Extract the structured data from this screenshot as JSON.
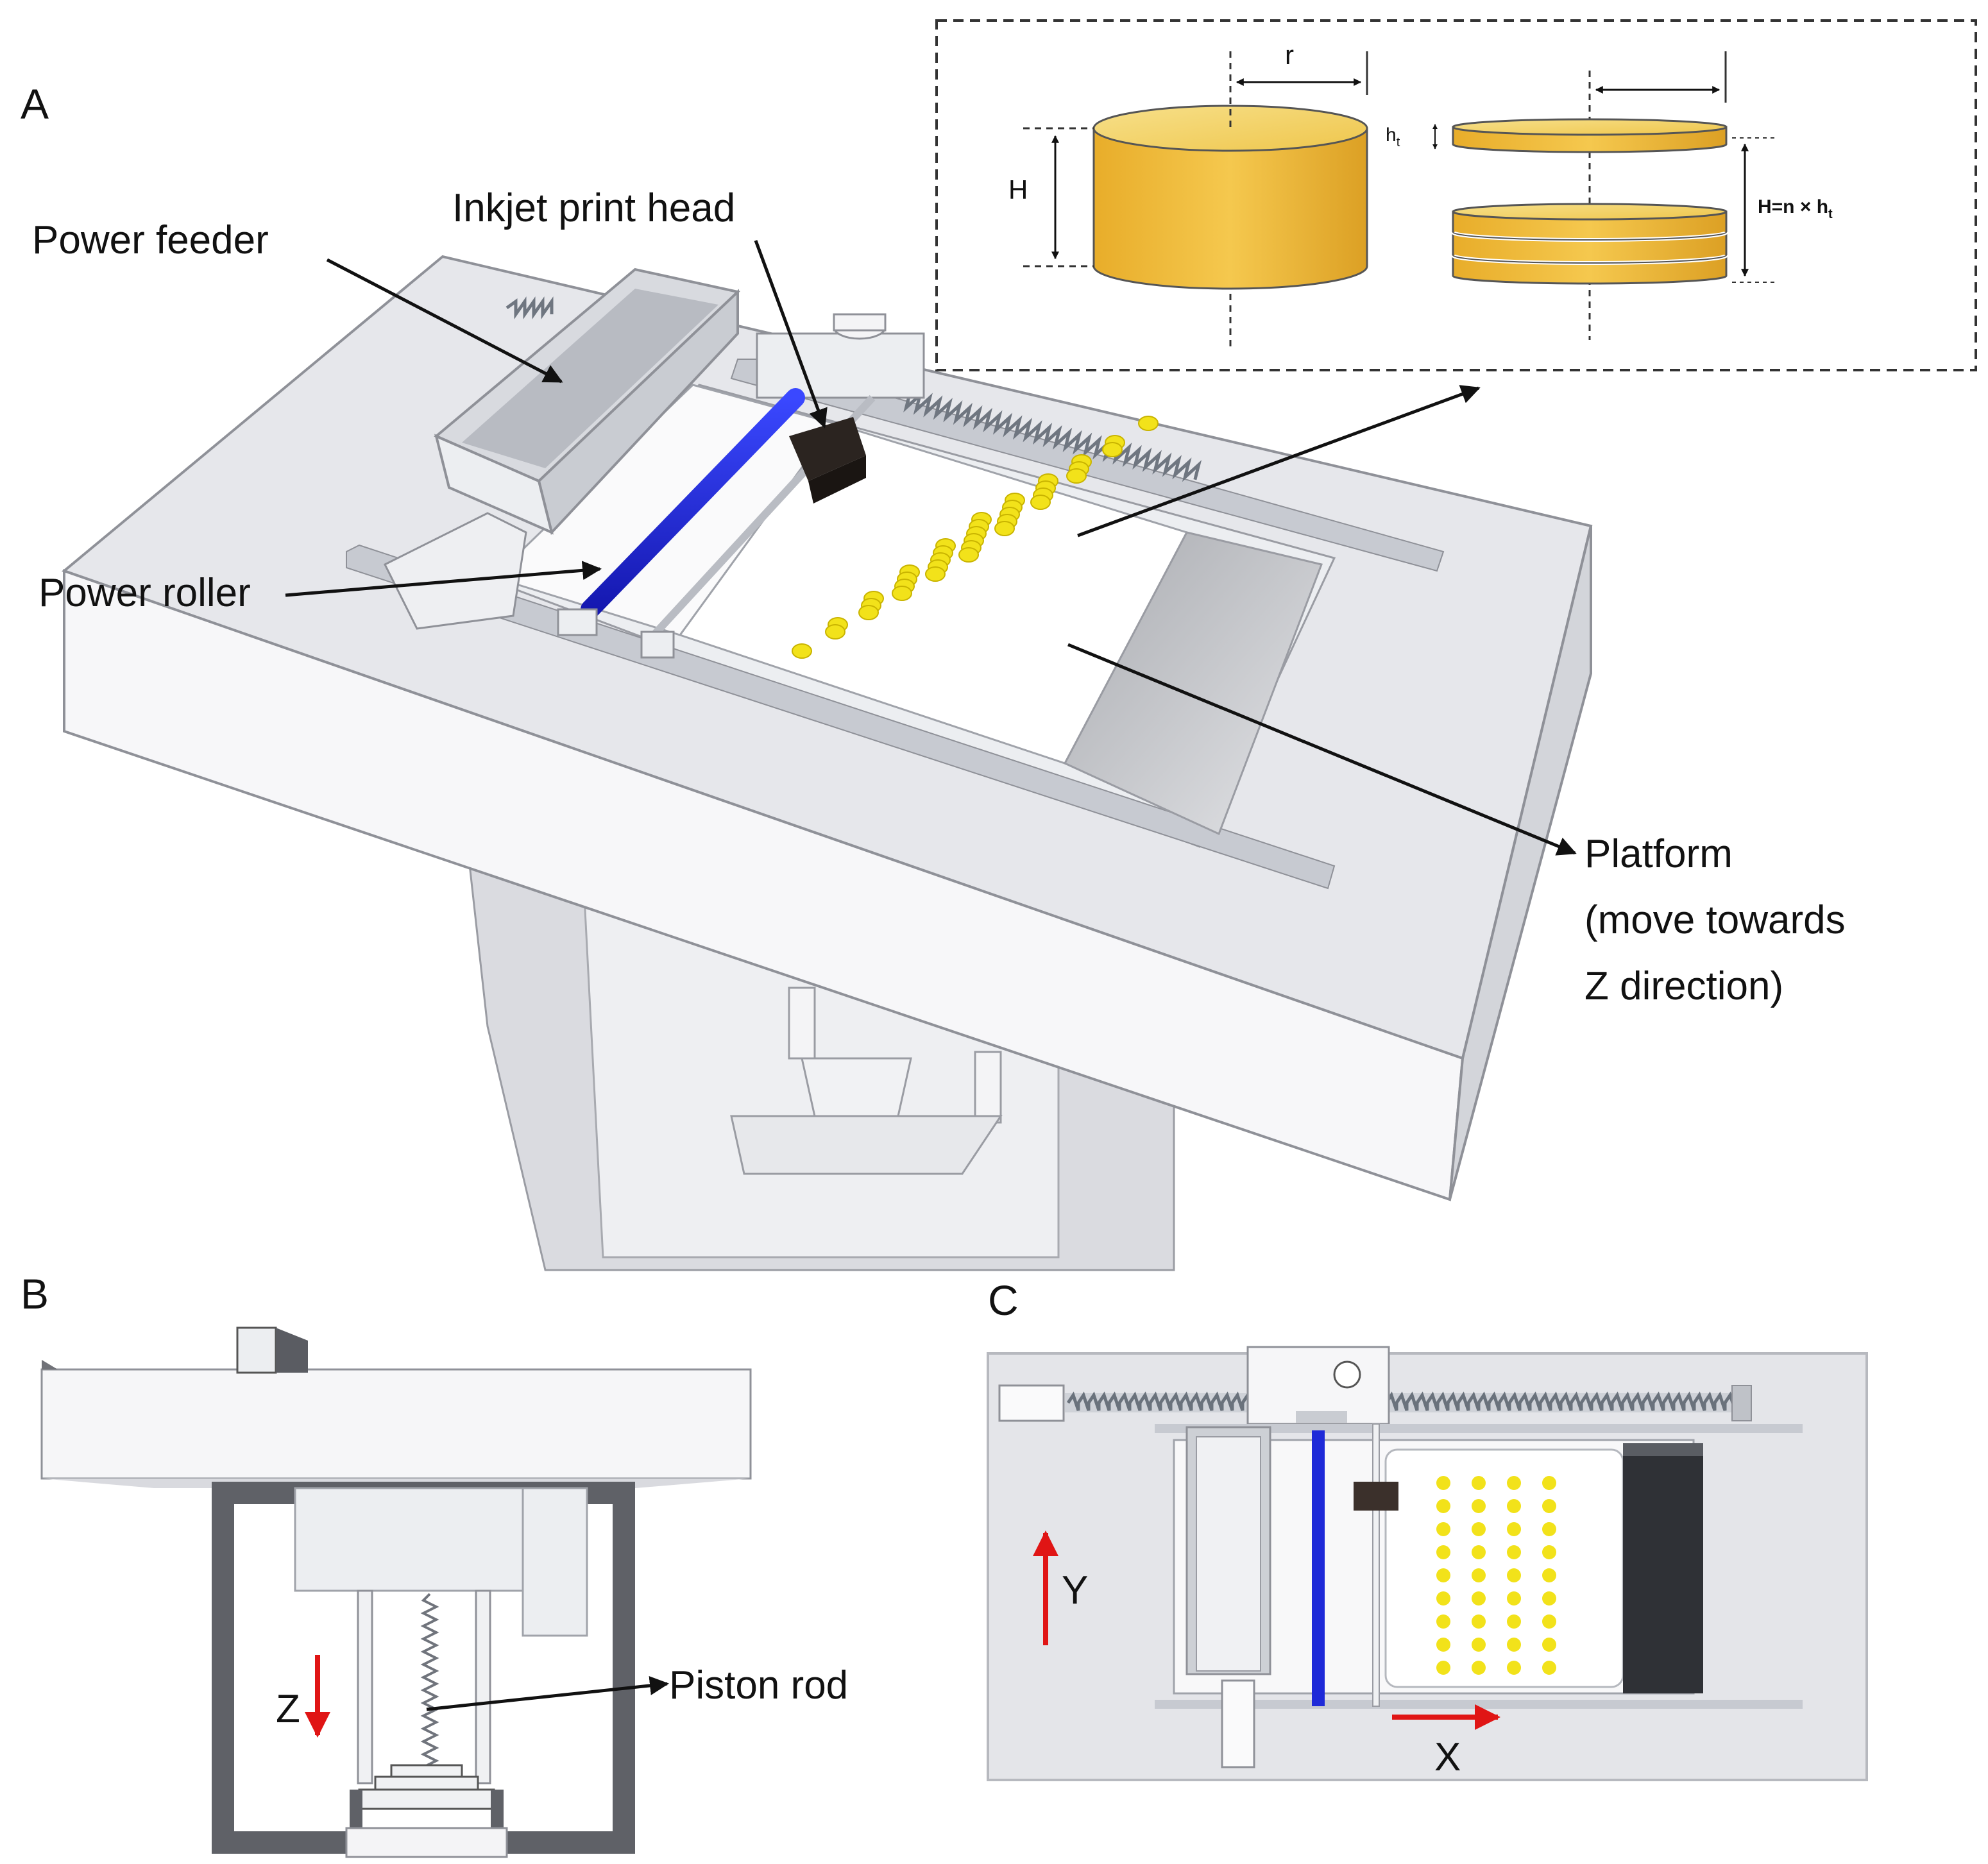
{
  "panels": {
    "a": "A",
    "b": "B",
    "c": "C"
  },
  "panel_a": {
    "labels": {
      "power_feeder": "Power feeder",
      "inkjet_print_head": "Inkjet print head",
      "power_roller": "Power roller",
      "platform_line1": "Platform",
      "platform_line2": "(move towards",
      "platform_line3": "Z direction)"
    },
    "inset": {
      "r": "r",
      "H": "H",
      "ht": "h",
      "ht_sub": "t",
      "formula": "H=n × h",
      "formula_sub": "t"
    }
  },
  "panel_b": {
    "piston_rod": "Piston rod",
    "z_axis": "Z"
  },
  "panel_c": {
    "y_axis": "Y",
    "x_axis": "X"
  },
  "colors": {
    "roller_blue": "#1e2ad8",
    "droplet_yellow": "#f2e21a",
    "disc_gold": "#f0c24a",
    "arrow_red": "#e01515",
    "print_head": "#2b2420",
    "machine_grey": "#e6e7eb"
  }
}
